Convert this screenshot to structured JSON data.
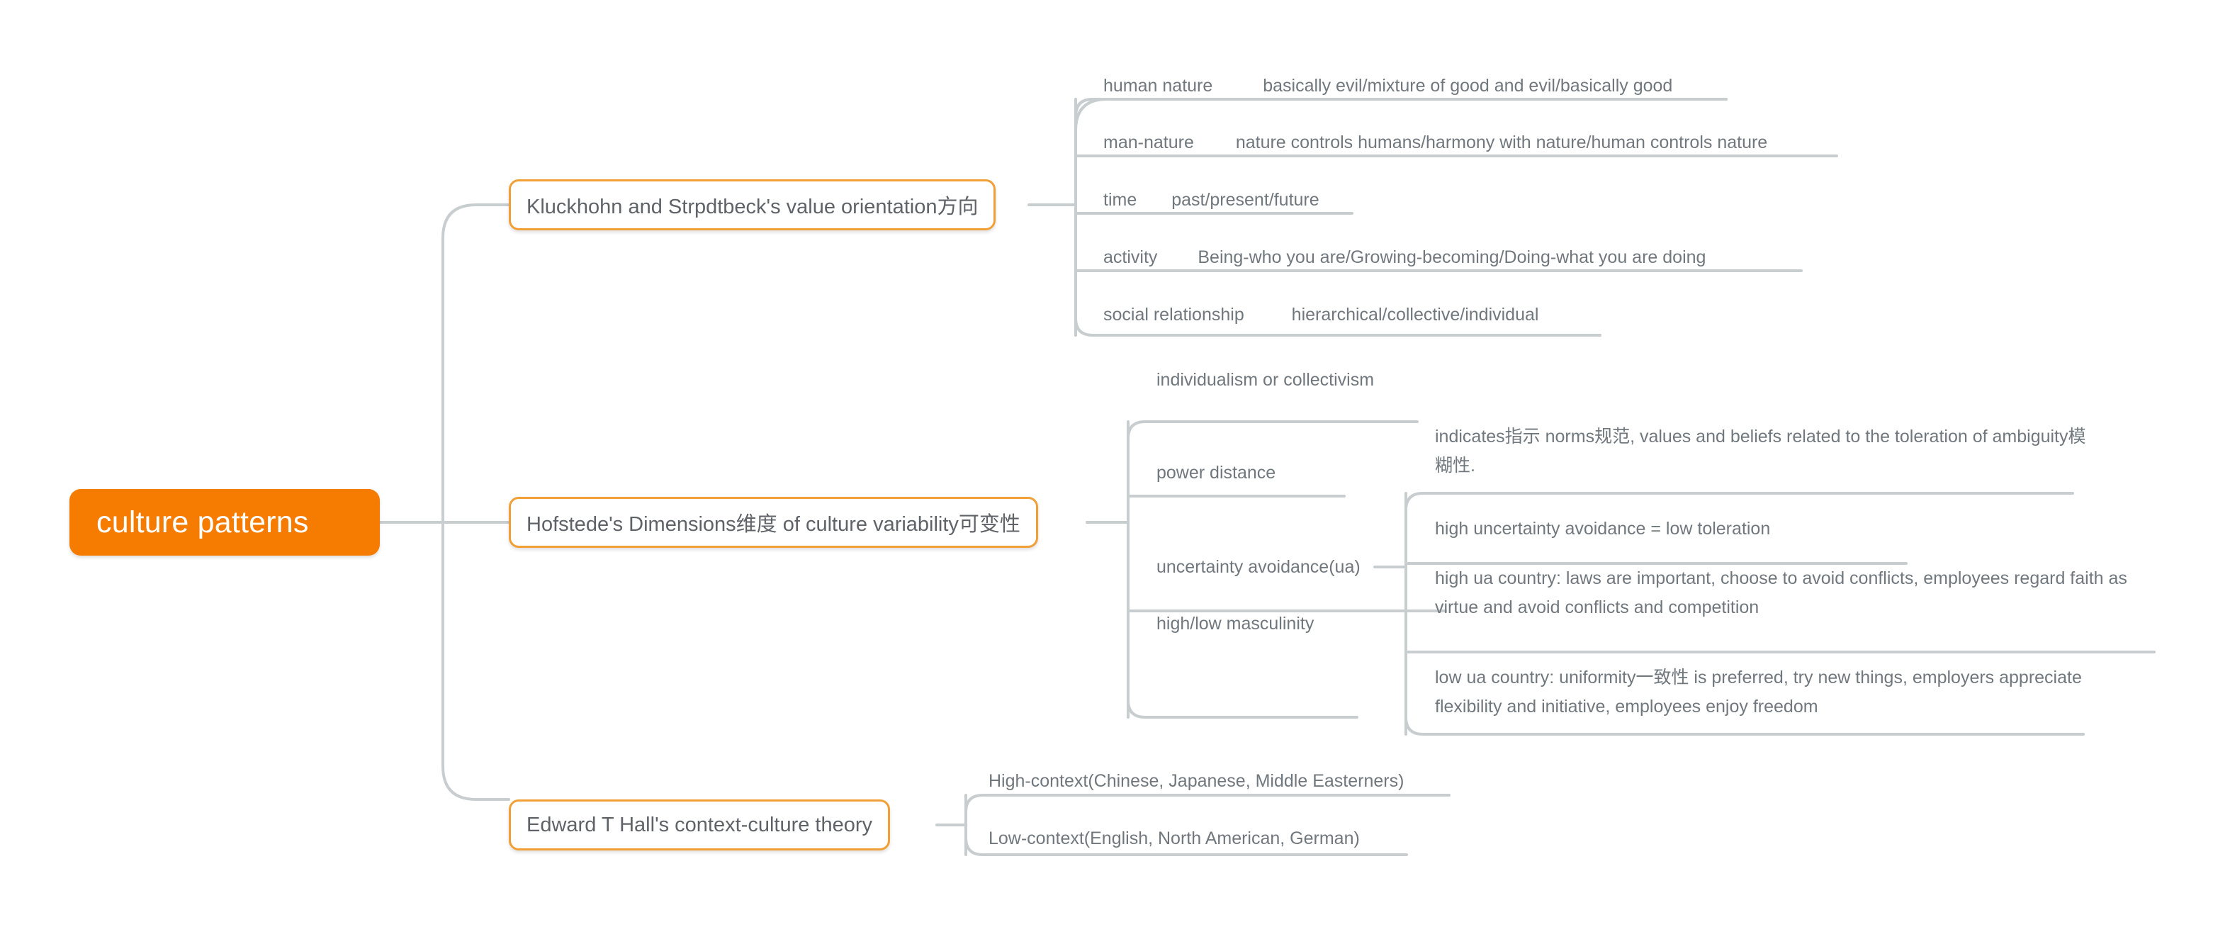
{
  "document": {
    "type": "mind-map",
    "background_color": "#ffffff",
    "root_fill_color": "#F57C00",
    "root_text_color": "#ffffff",
    "branch_border_color": "#F0A037",
    "branch_text_color": "#5f6368",
    "leaf_text_color": "#70787e",
    "edge_color": "#c8cdcf"
  },
  "root": {
    "label": "culture patterns"
  },
  "branches": [
    {
      "id": "kluckhohn",
      "label": "Kluckhohn and Strpdtbeck's value orientation方向",
      "children": [
        {
          "id": "human-nature",
          "label": "human nature",
          "value": "basically evil/mixture of good and evil/basically good"
        },
        {
          "id": "man-nature",
          "label": "man-nature",
          "value": "nature controls humans/harmony with nature/human controls nature"
        },
        {
          "id": "time",
          "label": "time",
          "value": "past/present/future"
        },
        {
          "id": "activity",
          "label": "activity",
          "value": "Being-who you are/Growing-becoming/Doing-what you are doing"
        },
        {
          "id": "social-relationship",
          "label": "social relationship",
          "value": "hierarchical/collective/individual"
        }
      ]
    },
    {
      "id": "hofstede",
      "label": "Hofstede's Dimensions维度 of culture variability可变性",
      "children": [
        {
          "id": "individualism-collectivism",
          "label": "individualism or collectivism",
          "grandchildren": []
        },
        {
          "id": "power-distance",
          "label": "power distance",
          "grandchildren": []
        },
        {
          "id": "uncertainty-avoidance",
          "label": "uncertainty avoidance(ua)",
          "grandchildren": [
            {
              "id": "ua-definition",
              "text": "indicates指示 norms规范, values and beliefs related to the toleration of ambiguity模糊性."
            },
            {
              "id": "ua-equation",
              "text": "high uncertainty avoidance = low toleration"
            },
            {
              "id": "ua-high-country",
              "text": "high ua country: laws are important, choose to avoid conflicts, employees regard faith as virtue and avoid conflicts and competition"
            },
            {
              "id": "ua-low-country",
              "text": "low ua country: uniformity一致性 is preferred, try new things, employers appreciate flexibility and initiative, employees enjoy freedom"
            }
          ]
        },
        {
          "id": "masculinity",
          "label": "high/low masculinity",
          "grandchildren": []
        }
      ]
    },
    {
      "id": "hall",
      "label": "Edward T Hall's context-culture theory",
      "children": [
        {
          "id": "high-context",
          "label": "High-context(Chinese, Japanese, Middle Easterners)"
        },
        {
          "id": "low-context",
          "label": "Low-context(English, North American, German)"
        }
      ]
    }
  ]
}
